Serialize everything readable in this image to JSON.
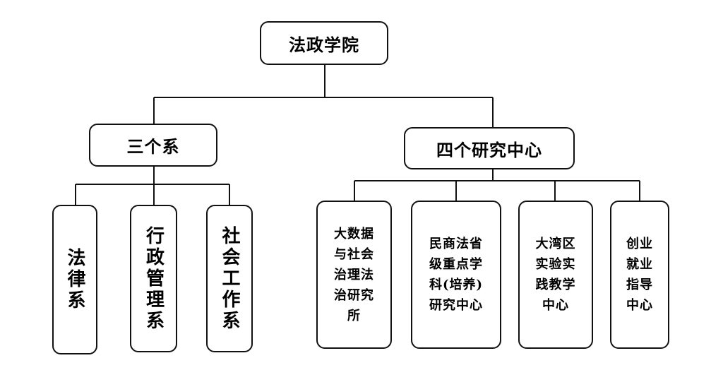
{
  "root": {
    "label": "法政学院"
  },
  "departments": {
    "label": "三个系",
    "items": [
      {
        "label": "法律系"
      },
      {
        "label": "行政管理系"
      },
      {
        "label": "社会工作系"
      }
    ]
  },
  "centers": {
    "label": "四个研究中心",
    "items": [
      {
        "lines": [
          "大数据",
          "与社会",
          "治理法",
          "治研究",
          "所"
        ]
      },
      {
        "lines": [
          "民商法省",
          "级重点学",
          "科(培养)",
          "研究中心"
        ]
      },
      {
        "lines": [
          "大湾区",
          "实验实",
          "践教学",
          "中心"
        ]
      },
      {
        "lines": [
          "创业",
          "就业",
          "指导",
          "中心"
        ]
      }
    ]
  }
}
